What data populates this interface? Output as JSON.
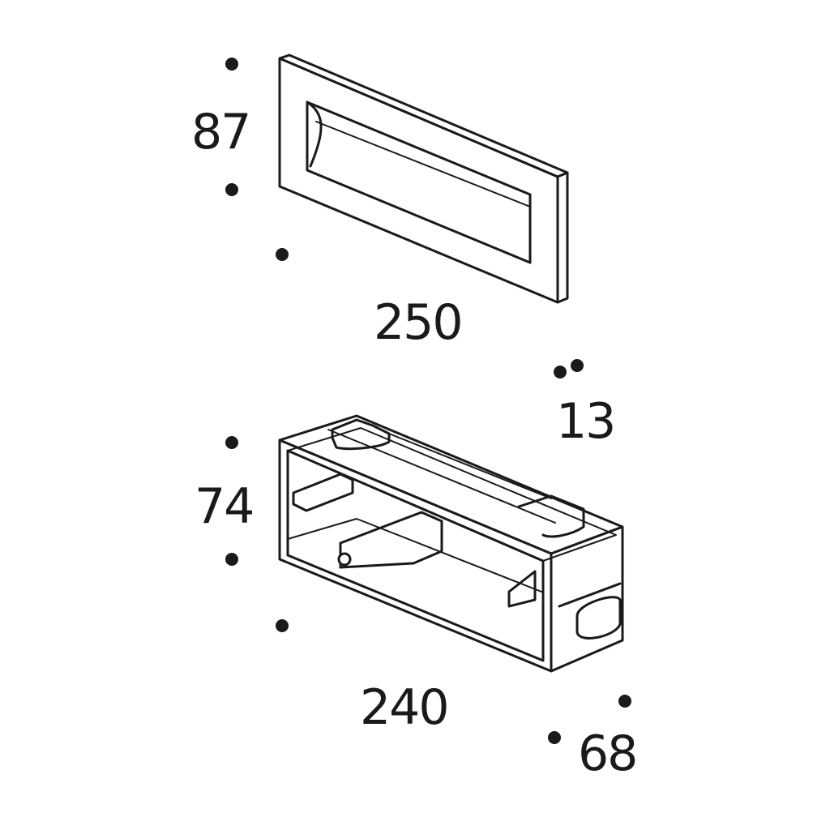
{
  "dimensions": {
    "cover_height": "87",
    "cover_width": "250",
    "cover_depth": "13",
    "box_height": "74",
    "box_width": "240",
    "box_depth": "68"
  },
  "colors": {
    "line": "#1a1a1a",
    "background": "#ffffff"
  }
}
